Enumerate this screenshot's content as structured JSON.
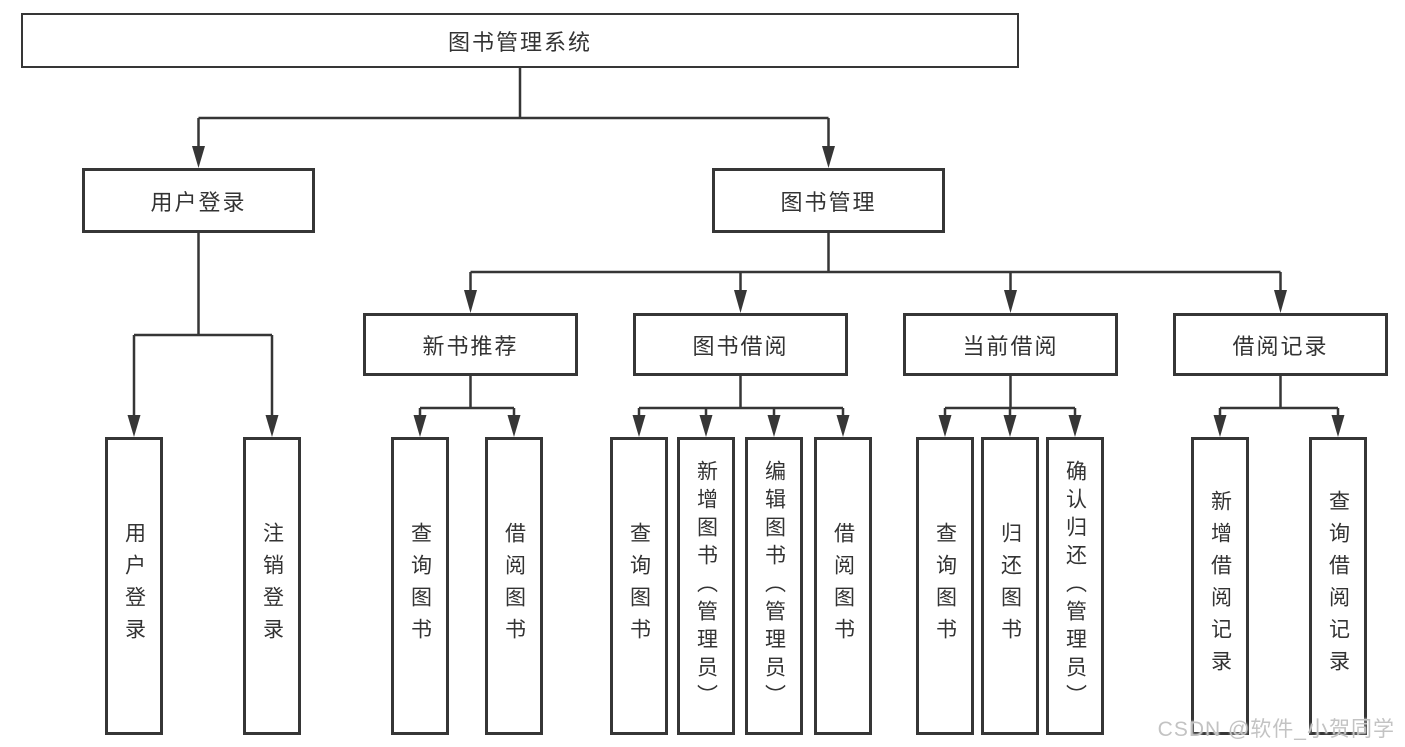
{
  "diagram": {
    "root": {
      "label": "图书管理系统"
    },
    "login": {
      "label": "用户登录",
      "children": [
        {
          "label": "用户登录"
        },
        {
          "label": "注销登录"
        }
      ]
    },
    "mgmt": {
      "label": "图书管理",
      "children": [
        {
          "label": "新书推荐",
          "children": [
            {
              "label": "查询图书"
            },
            {
              "label": "借阅图书"
            }
          ]
        },
        {
          "label": "图书借阅",
          "children": [
            {
              "label": "查询图书"
            },
            {
              "label": "新增图书（管理员）"
            },
            {
              "label": "编辑图书（管理员）"
            },
            {
              "label": "借阅图书"
            }
          ]
        },
        {
          "label": "当前借阅",
          "children": [
            {
              "label": "查询图书"
            },
            {
              "label": "归还图书"
            },
            {
              "label": "确认归还（管理员）"
            }
          ]
        },
        {
          "label": "借阅记录",
          "children": [
            {
              "label": "新增借阅记录"
            },
            {
              "label": "查询借阅记录"
            }
          ]
        }
      ]
    }
  },
  "watermark": {
    "text": "CSDN @软件_小贺同学"
  },
  "colors": {
    "line": "#363636",
    "text": "#333333",
    "box_fill": "#ffffff",
    "watermark": "#c3c3c3"
  }
}
